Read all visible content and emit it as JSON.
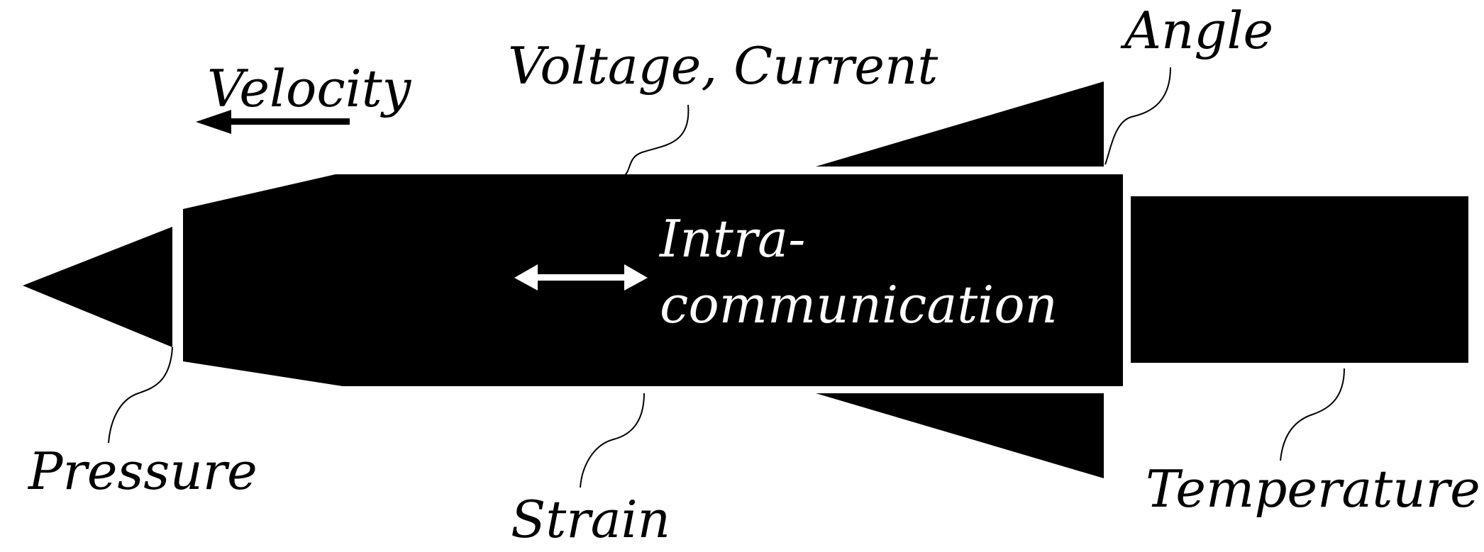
{
  "colors": {
    "body": "#000000",
    "background": "#ffffff",
    "inner_text": "#ffffff"
  },
  "labels": {
    "velocity": "Velocity",
    "voltage_current": "Voltage, Current",
    "angle": "Angle",
    "pressure": "Pressure",
    "strain": "Strain",
    "temperature": "Temperature",
    "intra_line1": "Intra-",
    "intra_line2": "communication"
  },
  "icons": {
    "velocity_arrow": "arrow-left-icon",
    "intra_arrow": "double-arrow-icon"
  }
}
